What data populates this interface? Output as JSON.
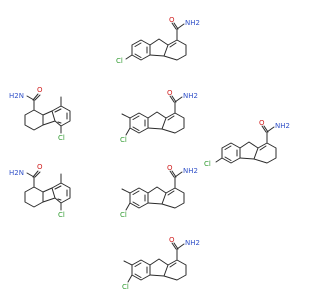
{
  "atoms": {
    "oxygen": "O",
    "nitrogen_amide": "NH2",
    "nitrogen_amide_left": "H2N",
    "chlorine": "Cl"
  },
  "colors": {
    "bond": "#2b2b2b",
    "nitrogen": "#3050c8",
    "oxygen": "#d02020",
    "chlorine": "#2f9a2f",
    "background": "#ffffff"
  },
  "molecules": [
    {
      "id": "m1",
      "variant": "A"
    },
    {
      "id": "m2",
      "variant": "B"
    },
    {
      "id": "m3",
      "variant": "C"
    },
    {
      "id": "m4",
      "variant": "A"
    },
    {
      "id": "m5",
      "variant": "B"
    },
    {
      "id": "m6",
      "variant": "C"
    },
    {
      "id": "m7",
      "variant": "C"
    }
  ]
}
